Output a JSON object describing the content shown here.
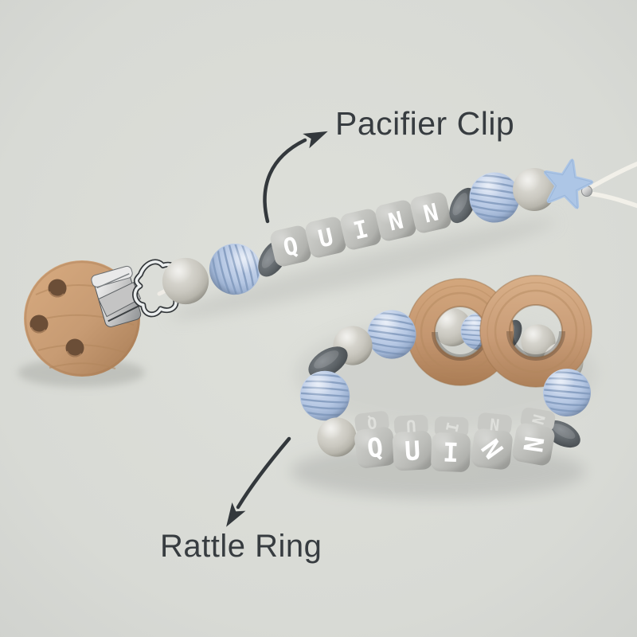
{
  "scene": {
    "type": "product-photo",
    "background_color": "#d8dad5"
  },
  "annotations": {
    "pacifier_clip_label": "Pacifier Clip",
    "rattle_ring_label": "Rattle Ring"
  },
  "products": {
    "pacifier_clip": {
      "name": "Pacifier Clip",
      "personalized_name": "QUINN",
      "letters": [
        "Q",
        "U",
        "I",
        "N",
        "N"
      ]
    },
    "rattle_ring": {
      "name": "Rattle Ring",
      "personalized_name": "QUINN",
      "letters": [
        "Q",
        "U",
        "I",
        "N",
        "N"
      ]
    }
  },
  "colors": {
    "label_text": "#373c40",
    "arrow": "#33383c",
    "wood": "#c79b73",
    "bead_gray": "#c9c7bf",
    "bead_blue": "#b5c7e3",
    "bead_dark_gray": "#5c6266",
    "letter_bead_gray": "#bdbeba",
    "letter_text": "#ffffff",
    "star_blue": "#adc6e6",
    "cord_white": "#f2f0e9",
    "metal_silver": "#d9d9d9"
  }
}
